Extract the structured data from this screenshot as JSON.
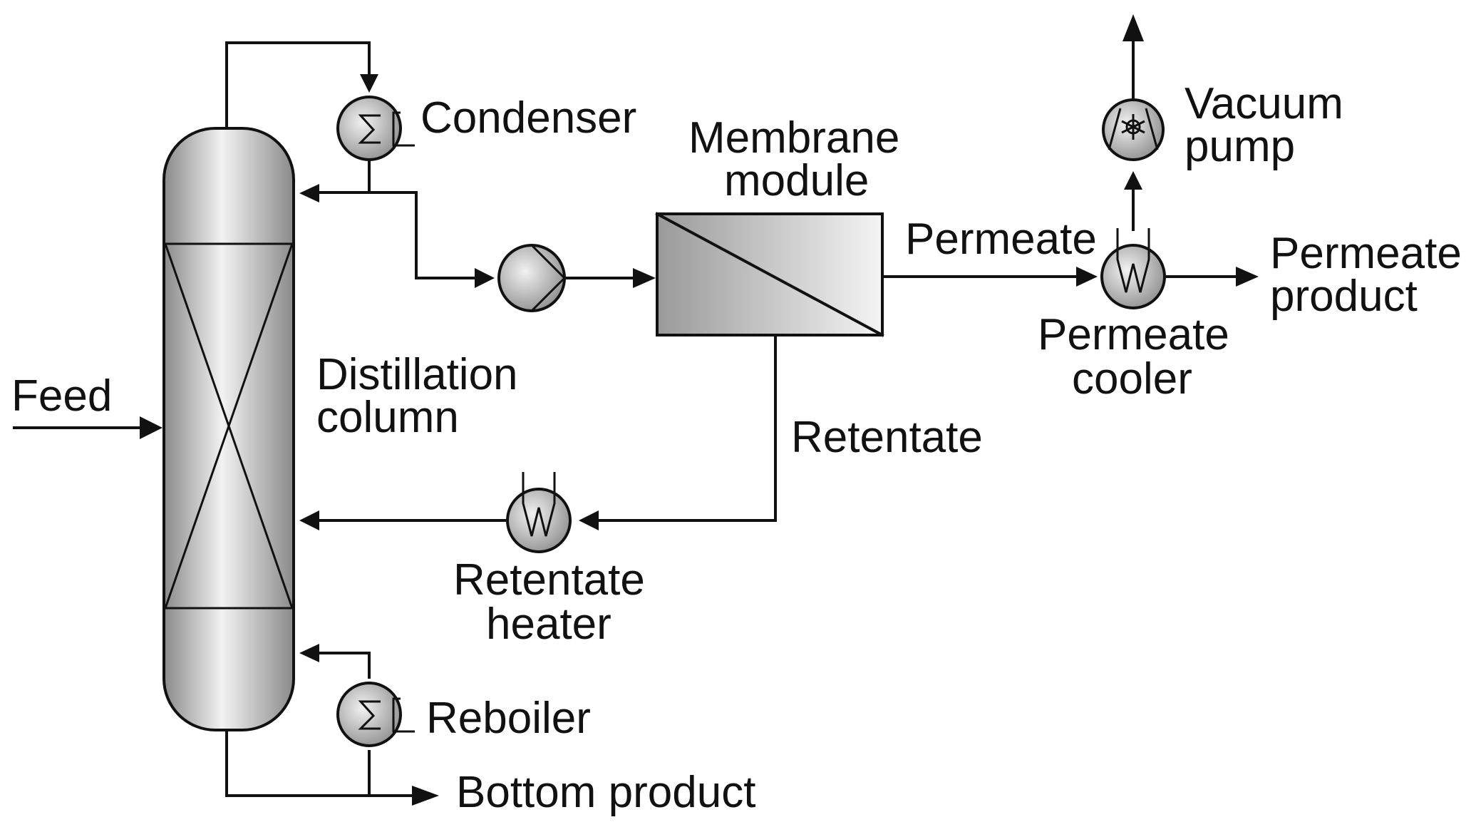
{
  "labels": {
    "condenser": "Condenser",
    "membrane_line1": "Membrane",
    "membrane_line2": "module",
    "vacuum_line1": "Vacuum",
    "vacuum_line2": "pump",
    "permeate": "Permeate",
    "permeate_product_line1": "Permeate",
    "permeate_product_line2": "product",
    "permeate_cooler_line1": "Permeate",
    "permeate_cooler_line2": "cooler",
    "feed": "Feed",
    "distillation_line1": "Distillation",
    "distillation_line2": "column",
    "retentate": "Retentate",
    "retentate_heater_line1": "Retentate",
    "retentate_heater_line2": "heater",
    "reboiler": "Reboiler",
    "bottom_product": "Bottom product"
  },
  "colors": {
    "line": "#111111",
    "equipment_light": "#f2f2f2",
    "equipment_dark": "#8a8a8a",
    "background": "#ffffff"
  },
  "icons": [
    "column-icon",
    "condenser-icon",
    "reboiler-icon",
    "pump-icon",
    "membrane-icon",
    "heater-icon",
    "cooler-icon",
    "vacuum-pump-icon"
  ]
}
